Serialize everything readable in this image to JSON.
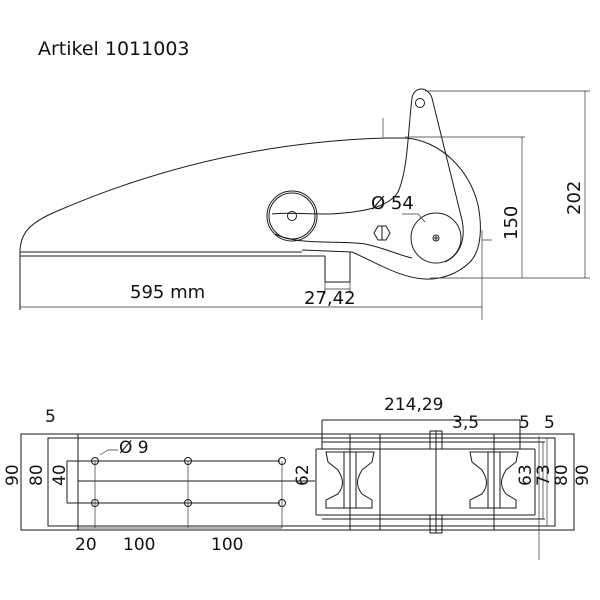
{
  "title": "Artikel 1011003",
  "side_view": {
    "length_label": "595 mm",
    "notch_label": "27,42",
    "roller_diameter_label": "Ø 54",
    "height_body_label": "150",
    "height_total_label": "202"
  },
  "top_view": {
    "overall_width_label": "214,29",
    "edge_left_label": "5",
    "gap_label": "3,5",
    "edge_right_1_label": "5",
    "edge_right_2_label": "5",
    "hole_diameter_label": "Ø 9",
    "left_heights": [
      "90",
      "80",
      "40"
    ],
    "roller_height_label": "62",
    "right_heights": [
      "63",
      "73",
      "80",
      "90"
    ],
    "hole_offset_label": "20",
    "hole_spacing_1_label": "100",
    "hole_spacing_2_label": "100"
  }
}
